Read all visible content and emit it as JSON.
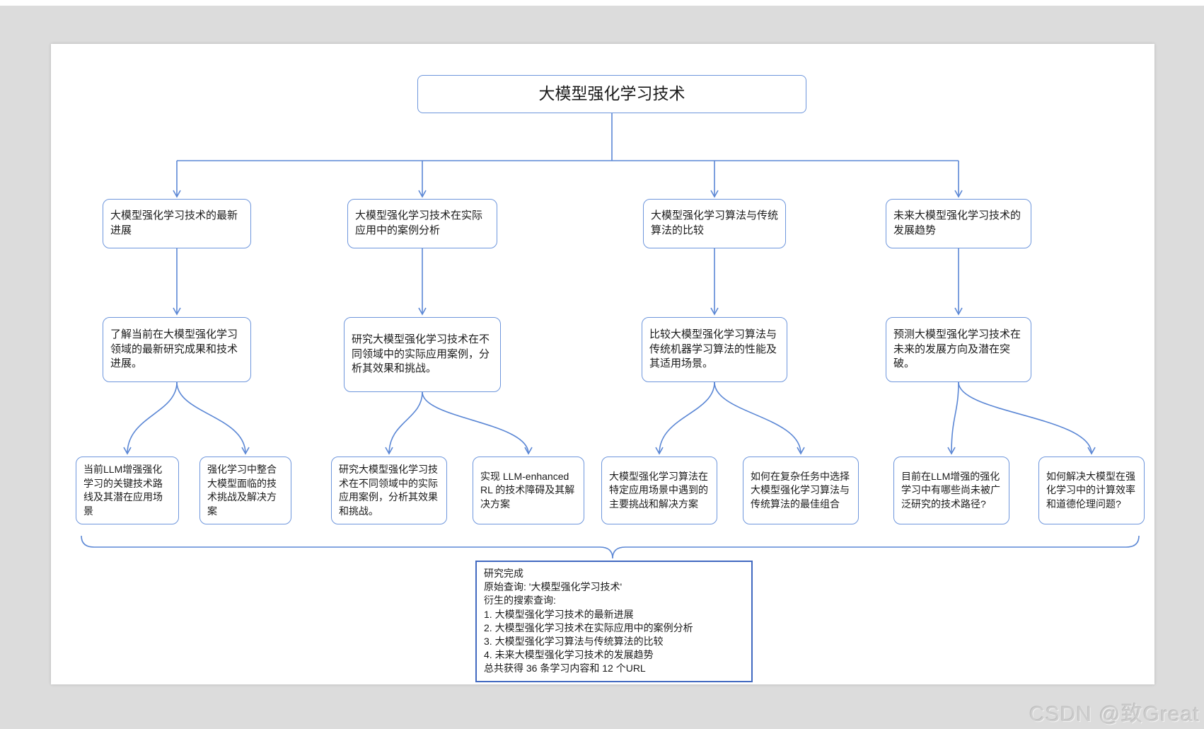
{
  "diagram": {
    "title": "大模型强化学习技术",
    "level2": [
      {
        "text": "大模型强化学习技术的最新进展"
      },
      {
        "text": "大模型强化学习技术在实际应用中的案例分析"
      },
      {
        "text": "大模型强化学习算法与传统算法的比较"
      },
      {
        "text": "未来大模型强化学习技术的发展趋势"
      }
    ],
    "level3": [
      {
        "text": "了解当前在大模型强化学习领域的最新研究成果和技术进展。"
      },
      {
        "text": "研究大模型强化学习技术在不同领域中的实际应用案例，分析其效果和挑战。"
      },
      {
        "text": "比较大模型强化学习算法与传统机器学习算法的性能及其适用场景。"
      },
      {
        "text": "预测大模型强化学习技术在未来的发展方向及潜在突破。"
      }
    ],
    "level4": [
      {
        "text": "当前LLM增强强化学习的关键技术路线及其潜在应用场景"
      },
      {
        "text": "强化学习中整合大模型面临的技术挑战及解决方案"
      },
      {
        "text": "研究大模型强化学习技术在不同领域中的实际应用案例，分析其效果和挑战。"
      },
      {
        "text": "实现 LLM-enhanced RL 的技术障碍及其解决方案"
      },
      {
        "text": "大模型强化学习算法在特定应用场景中遇到的主要挑战和解决方案"
      },
      {
        "text": "如何在复杂任务中选择大模型强化学习算法与传统算法的最佳组合"
      },
      {
        "text": "目前在LLM增强的强化学习中有哪些尚未被广泛研究的技术路径?"
      },
      {
        "text": "如何解决大模型在强化学习中的计算效率和道德伦理问题?"
      }
    ],
    "summary": {
      "lines": [
        "研究完成",
        "原始查询: '大模型强化学习技术'",
        "衍生的搜索查询:",
        "1. 大模型强化学习技术的最新进展",
        "2. 大模型强化学习技术在实际应用中的案例分析",
        "3. 大模型强化学习算法与传统算法的比较",
        "4. 未来大模型强化学习技术的发展趋势",
        "总共获得 36 条学习内容和 12 个URL"
      ]
    },
    "colors": {
      "node_border": "#6e96dc",
      "connector": "#5b87d5",
      "summary_border": "#4169c0",
      "page_background": "#dcdcdc"
    }
  },
  "watermark": "CSDN @致Great"
}
